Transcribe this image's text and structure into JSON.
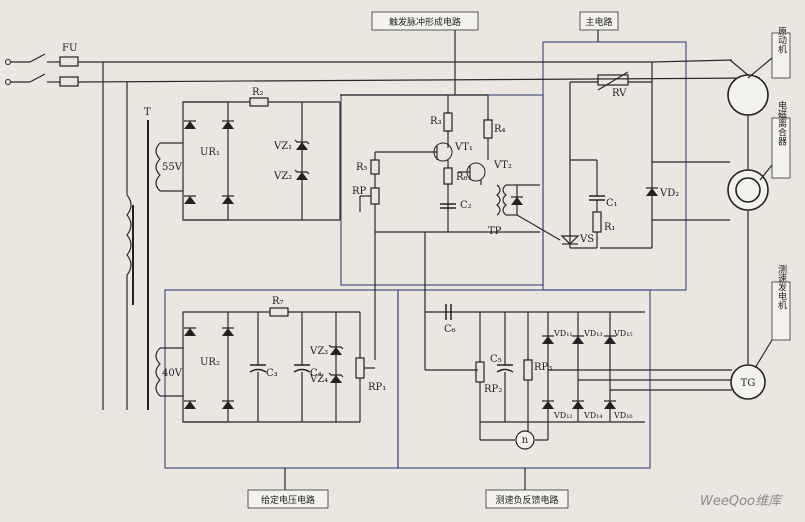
{
  "blocks": {
    "trigger": "触发脉冲形成电路",
    "main": "主电路",
    "setpoint": "给定电压电路",
    "feedback": "测速负反馈电路"
  },
  "devices": {
    "motor": "原动机",
    "clutch": "电磁离合器",
    "tachogen": "测速发电机",
    "tg": "TG",
    "n": "n"
  },
  "components": {
    "fu": "FU",
    "t": "T",
    "v55": "55V",
    "v40": "40V",
    "ur1": "UR₁",
    "ur2": "UR₂",
    "r2": "R₂",
    "r7": "R₇",
    "vz1": "VZ₁",
    "vz2": "VZ₂",
    "vz3": "VZ₃",
    "vz4": "VZ₄",
    "r3": "R₃",
    "r4": "R₄",
    "r5": "R₅",
    "r6": "R₆",
    "rp": "RP",
    "rp1": "RP₁",
    "rp2": "RP₂",
    "rp3": "RP₃",
    "vt1": "VT₁",
    "vt2": "VT₂",
    "c2": "C₂",
    "tp": "TP",
    "rv": "RV",
    "c1": "C₁",
    "r1": "R₁",
    "vs": "VS",
    "vd2": "VD₂",
    "c3": "C₃",
    "c4": "C₄",
    "c5": "C₅",
    "c6": "C₆",
    "vd11": "VD₁₁",
    "vd12": "VD₁₂",
    "vd13": "VD₁₃",
    "vd14": "VD₁₄",
    "vd15": "VD₁₅",
    "vd16": "VD₁₆"
  },
  "watermark": "WeeQoo维库"
}
